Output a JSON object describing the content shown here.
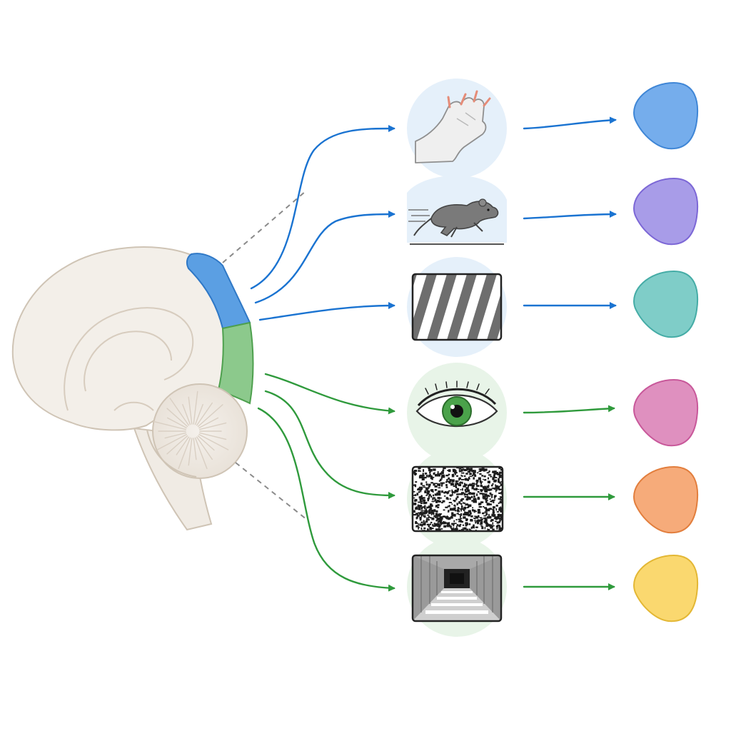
{
  "diagram": {
    "brain": {
      "upper_region_color": "#5b9fe3",
      "lower_region_color": "#8cc98c",
      "brain_fill": "#f3efe9",
      "brain_stroke": "#cfc4b5"
    },
    "pathways": [
      {
        "stimulus": "paw-touch-icon",
        "group": "upper",
        "arrow_color": "#1a73d1",
        "target_color": "#75adec",
        "target_stroke": "#3f86d6"
      },
      {
        "stimulus": "running-mouse-icon",
        "group": "upper",
        "arrow_color": "#1a73d1",
        "target_color": "#a89ce8",
        "target_stroke": "#7c67d6"
      },
      {
        "stimulus": "drifting-grating-icon",
        "group": "upper",
        "arrow_color": "#1a73d1",
        "target_color": "#7fcdc8",
        "target_stroke": "#45aca6"
      },
      {
        "stimulus": "eye-icon",
        "group": "lower",
        "arrow_color": "#2f9a3c",
        "target_color": "#df90bf",
        "target_stroke": "#c8589a"
      },
      {
        "stimulus": "random-noise-texture-icon",
        "group": "lower",
        "arrow_color": "#2f9a3c",
        "target_color": "#f6ab7a",
        "target_stroke": "#e27e3d"
      },
      {
        "stimulus": "corridor-perspective-icon",
        "group": "lower",
        "arrow_color": "#2f9a3c",
        "target_color": "#fad86f",
        "target_stroke": "#e3b734"
      }
    ]
  }
}
